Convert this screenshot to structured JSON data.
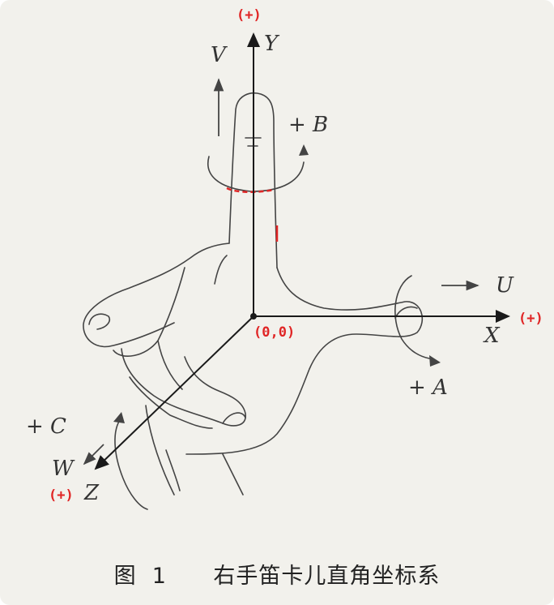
{
  "labels": {
    "y_plus": "(+)",
    "x_plus": "(+)",
    "z_plus": "(+)",
    "origin": "(0,0)",
    "Y": "Y",
    "X": "X",
    "Z": "Z",
    "V": "V",
    "U": "U",
    "W": "W",
    "plus_B": "+ B",
    "plus_A": "+ A",
    "plus_C": "+ C"
  },
  "caption": {
    "figure": "图  1",
    "title": "右手笛卡儿直角坐标系"
  },
  "colors": {
    "background": "#f2f1ec",
    "ink": "#1a1a1a",
    "sketch": "#444444",
    "accent_red": "#e02525"
  }
}
